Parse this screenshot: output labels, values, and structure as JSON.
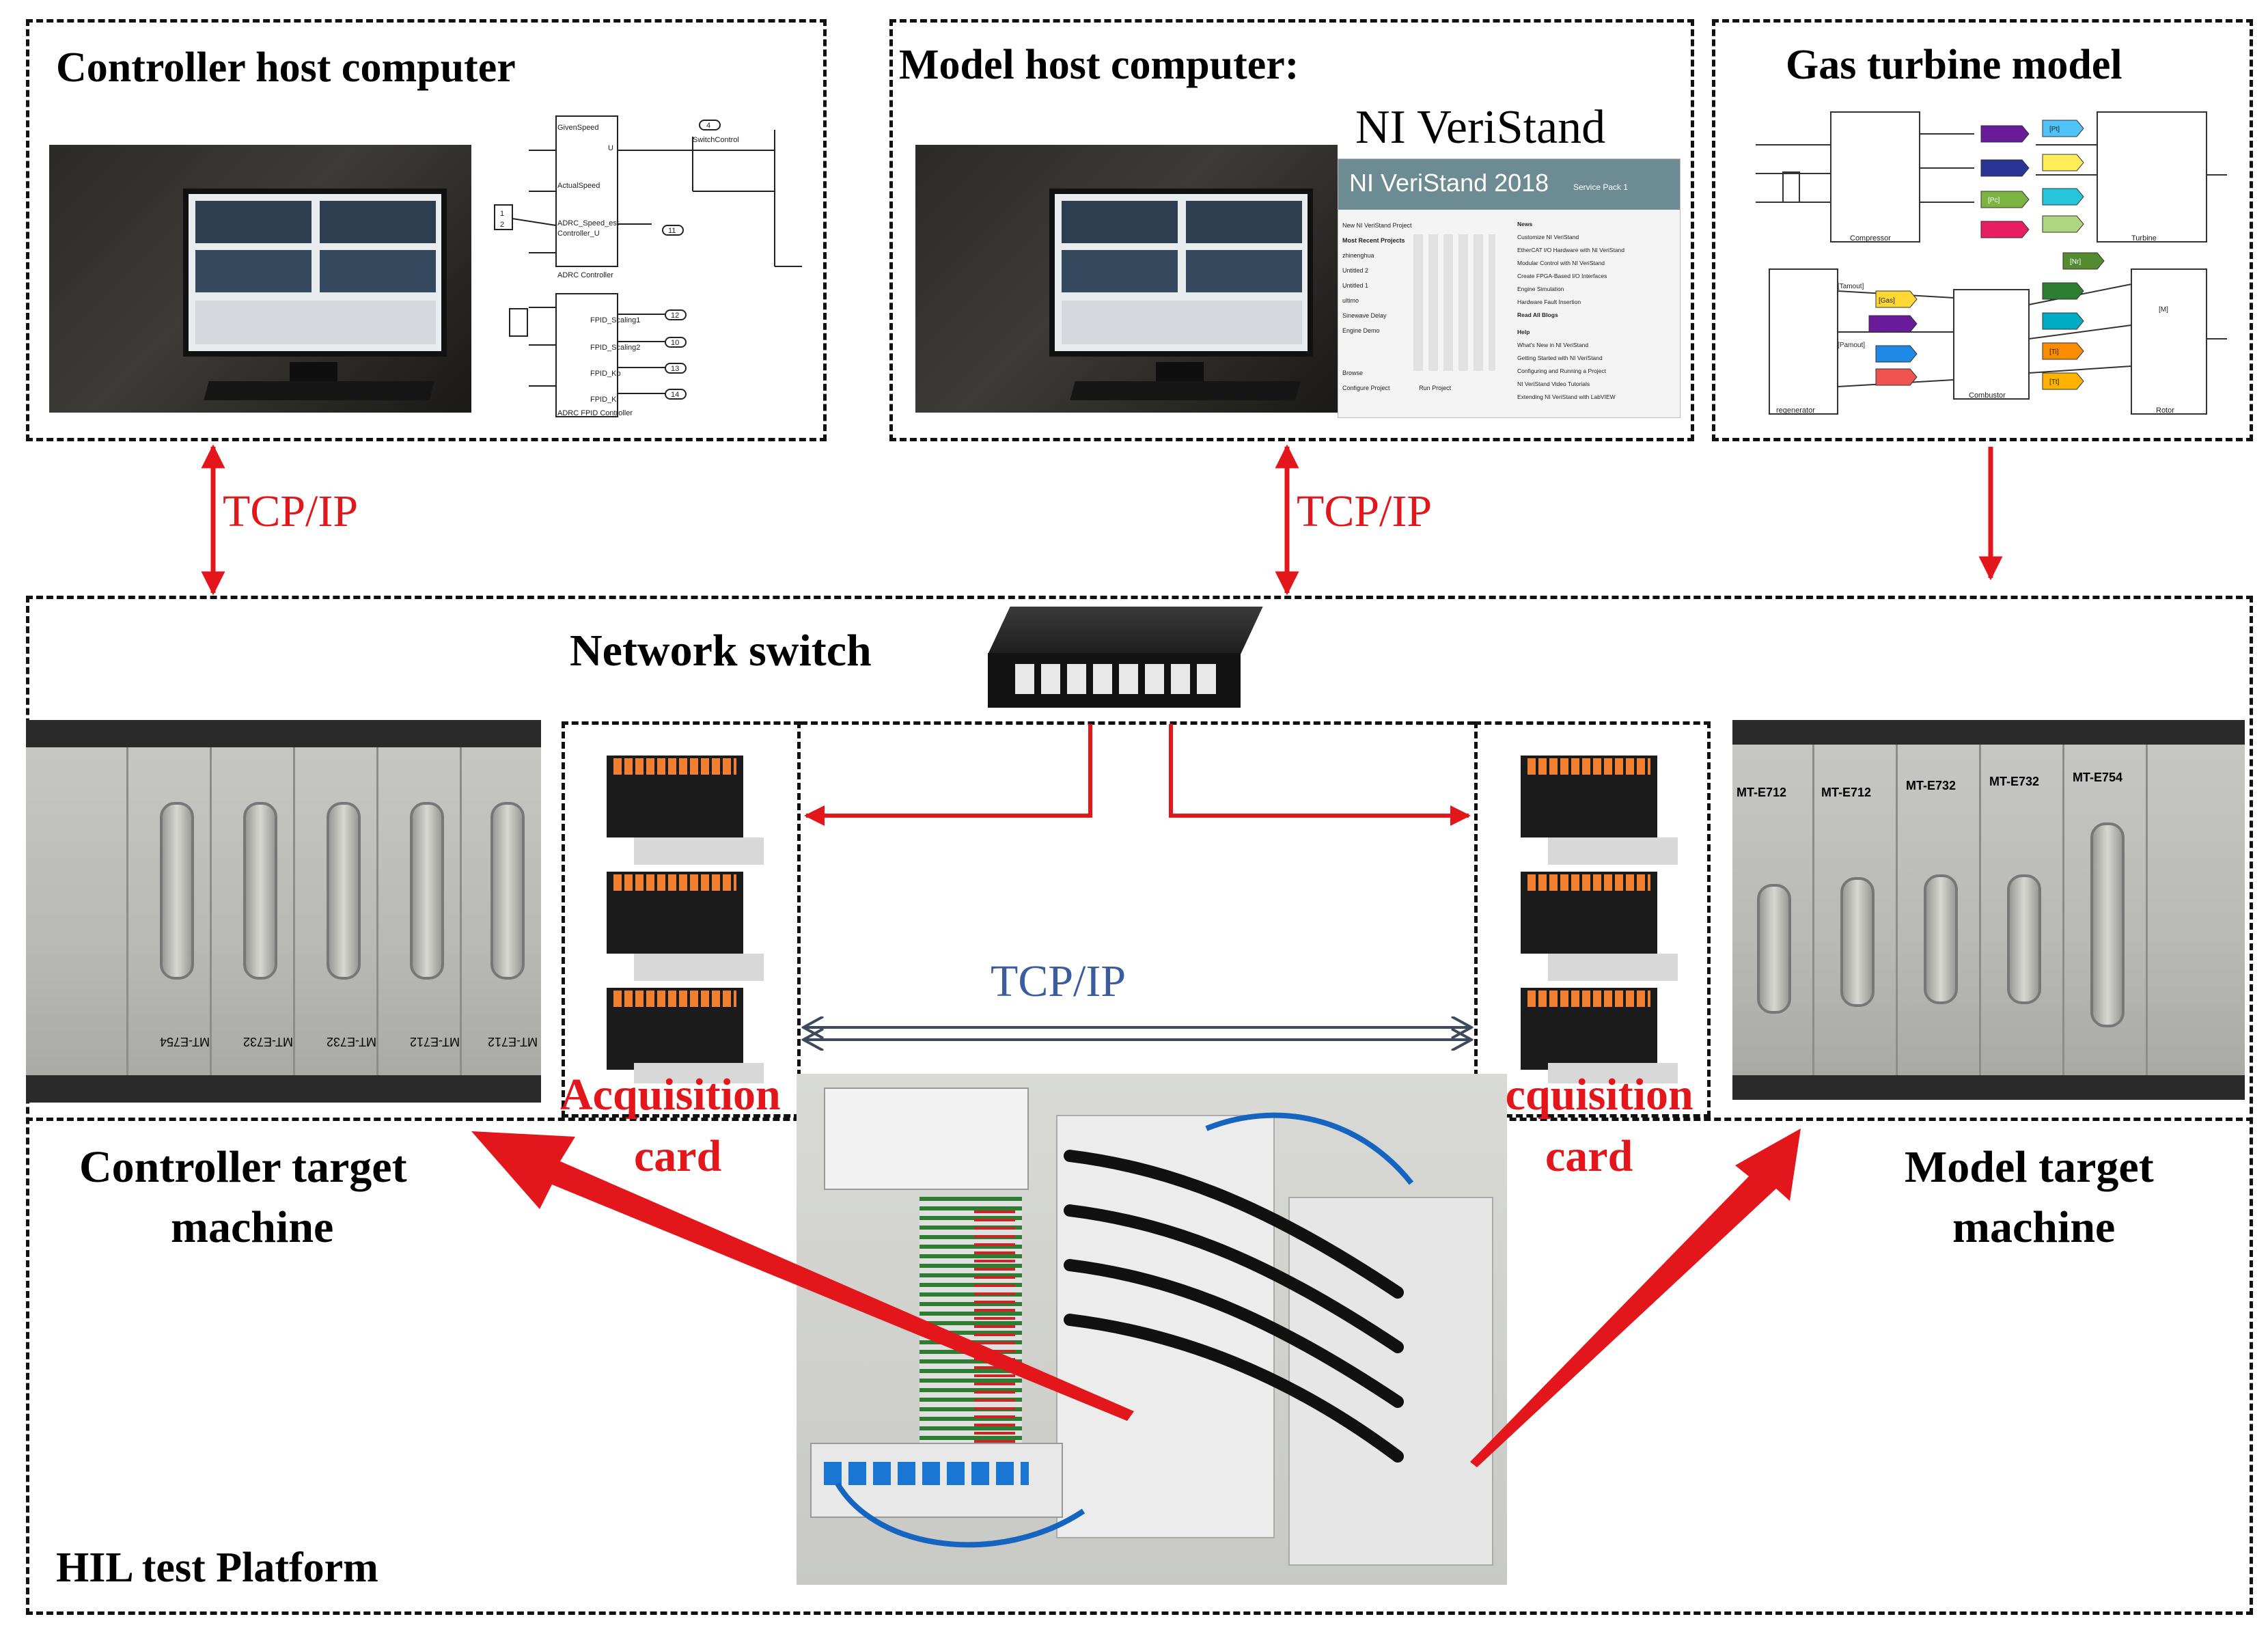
{
  "colors": {
    "arrow_red": "#e3161b",
    "tcp_blue": "#3b5c9e",
    "dash": "#111111"
  },
  "boxes": {
    "controller_host": {
      "title": "Controller host computer"
    },
    "model_host": {
      "title": "Model host computer:",
      "software_label": "NI VeriStand"
    },
    "gas_turbine": {
      "title": "Gas turbine model"
    },
    "hil_platform": {
      "title": "HIL test Platform"
    }
  },
  "network_switch": {
    "label": "Network switch"
  },
  "links": {
    "left_tcp": "TCP/IP",
    "middle_tcp": "TCP/IP",
    "inner_tcp": "TCP/IP"
  },
  "acquisition_cards": {
    "left": {
      "line1": "Acquisition",
      "line2": "card"
    },
    "right": {
      "line1": "Acquisition",
      "line2": "card"
    }
  },
  "targets": {
    "controller": {
      "line1": "Controller target",
      "line2": "machine"
    },
    "model": {
      "line1": "Model target",
      "line2": "machine"
    }
  },
  "controller_rack": {
    "module_labels": [
      "MT-E754",
      "MT-E732",
      "MT-E732",
      "MT-E712",
      "MT-E712"
    ]
  },
  "model_rack": {
    "module_labels": [
      "MT-E712",
      "MT-E712",
      "MT-E732",
      "MT-E732",
      "MT-E754"
    ]
  },
  "controller_diagram": {
    "blocks": [
      "ADRC Controller",
      "ADRC FPID Controller"
    ],
    "signals": [
      "GivenSpeed",
      "ActualSpeed",
      "ADRC_Speed_est",
      "Controller_U",
      "U",
      "FPID_Scaling1",
      "FPID_Scaling2",
      "FPID_Kp",
      "FPID_Ki",
      "SwitchControl"
    ],
    "constants": [
      "1",
      "2",
      "4",
      "11",
      "12",
      "10",
      "13",
      "14"
    ]
  },
  "veristand": {
    "banner": "NI VeriStand 2018",
    "banner_sub": "Service Pack 1",
    "left_items": [
      "New NI VeriStand Project",
      "Most Recent Projects",
      "zhinenghua",
      "Untitled 2",
      "Untitled 1",
      "ultimo",
      "Sinewave Delay",
      "Engine Demo",
      "Browse",
      "Configure Project",
      "Run Project"
    ],
    "news_header": "News",
    "news_items": [
      "Customize NI VeriStand",
      "EtherCAT I/O Hardware with NI VeriStand",
      "Modular Control with NI VeriStand",
      "Create FPGA-Based I/O Interfaces",
      "Engine Simulation",
      "Hardware Fault Insertion",
      "Read All Blogs"
    ],
    "help_header": "Help",
    "help_items": [
      "What's New in NI VeriStand",
      "Getting Started with NI VeriStand",
      "Configuring and Running a Project",
      "NI VeriStand Video Tutorials",
      "Extending NI VeriStand with LabVIEW"
    ]
  },
  "turbine_diagram": {
    "blocks": [
      "Compressor",
      "Turbine",
      "regenerator",
      "Combustor",
      "Rotor"
    ],
    "tags": [
      "[Tamout]",
      "[Gas]",
      "[Pamout]",
      "[Pt]",
      "[Pc]",
      "[Nr]",
      "[M]",
      "[Ti]",
      "[Tt]"
    ]
  }
}
